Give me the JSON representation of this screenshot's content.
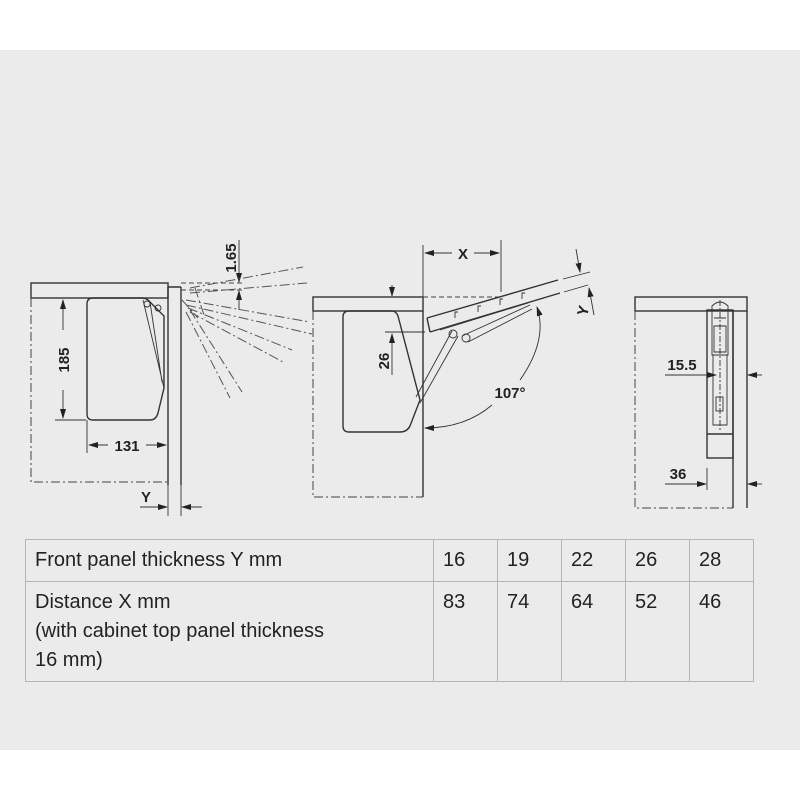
{
  "diagram": {
    "dimensions": {
      "left_height": "185",
      "left_width": "131",
      "left_front": "Y",
      "left_offset": "1.65",
      "mid_distance": "X",
      "mid_front": "Y",
      "mid_depth": "26",
      "mid_angle": "107°",
      "right_offset_a": "15.5",
      "right_offset_b": "36"
    }
  },
  "table": {
    "rows": [
      {
        "label": "Front panel thickness Y mm",
        "values": [
          "16",
          "19",
          "22",
          "26",
          "28"
        ]
      },
      {
        "label": "Distance X mm",
        "label_line2": "(with cabinet top panel thickness",
        "label_line3": "16 mm)",
        "values": [
          "83",
          "74",
          "64",
          "52",
          "46"
        ]
      }
    ]
  }
}
